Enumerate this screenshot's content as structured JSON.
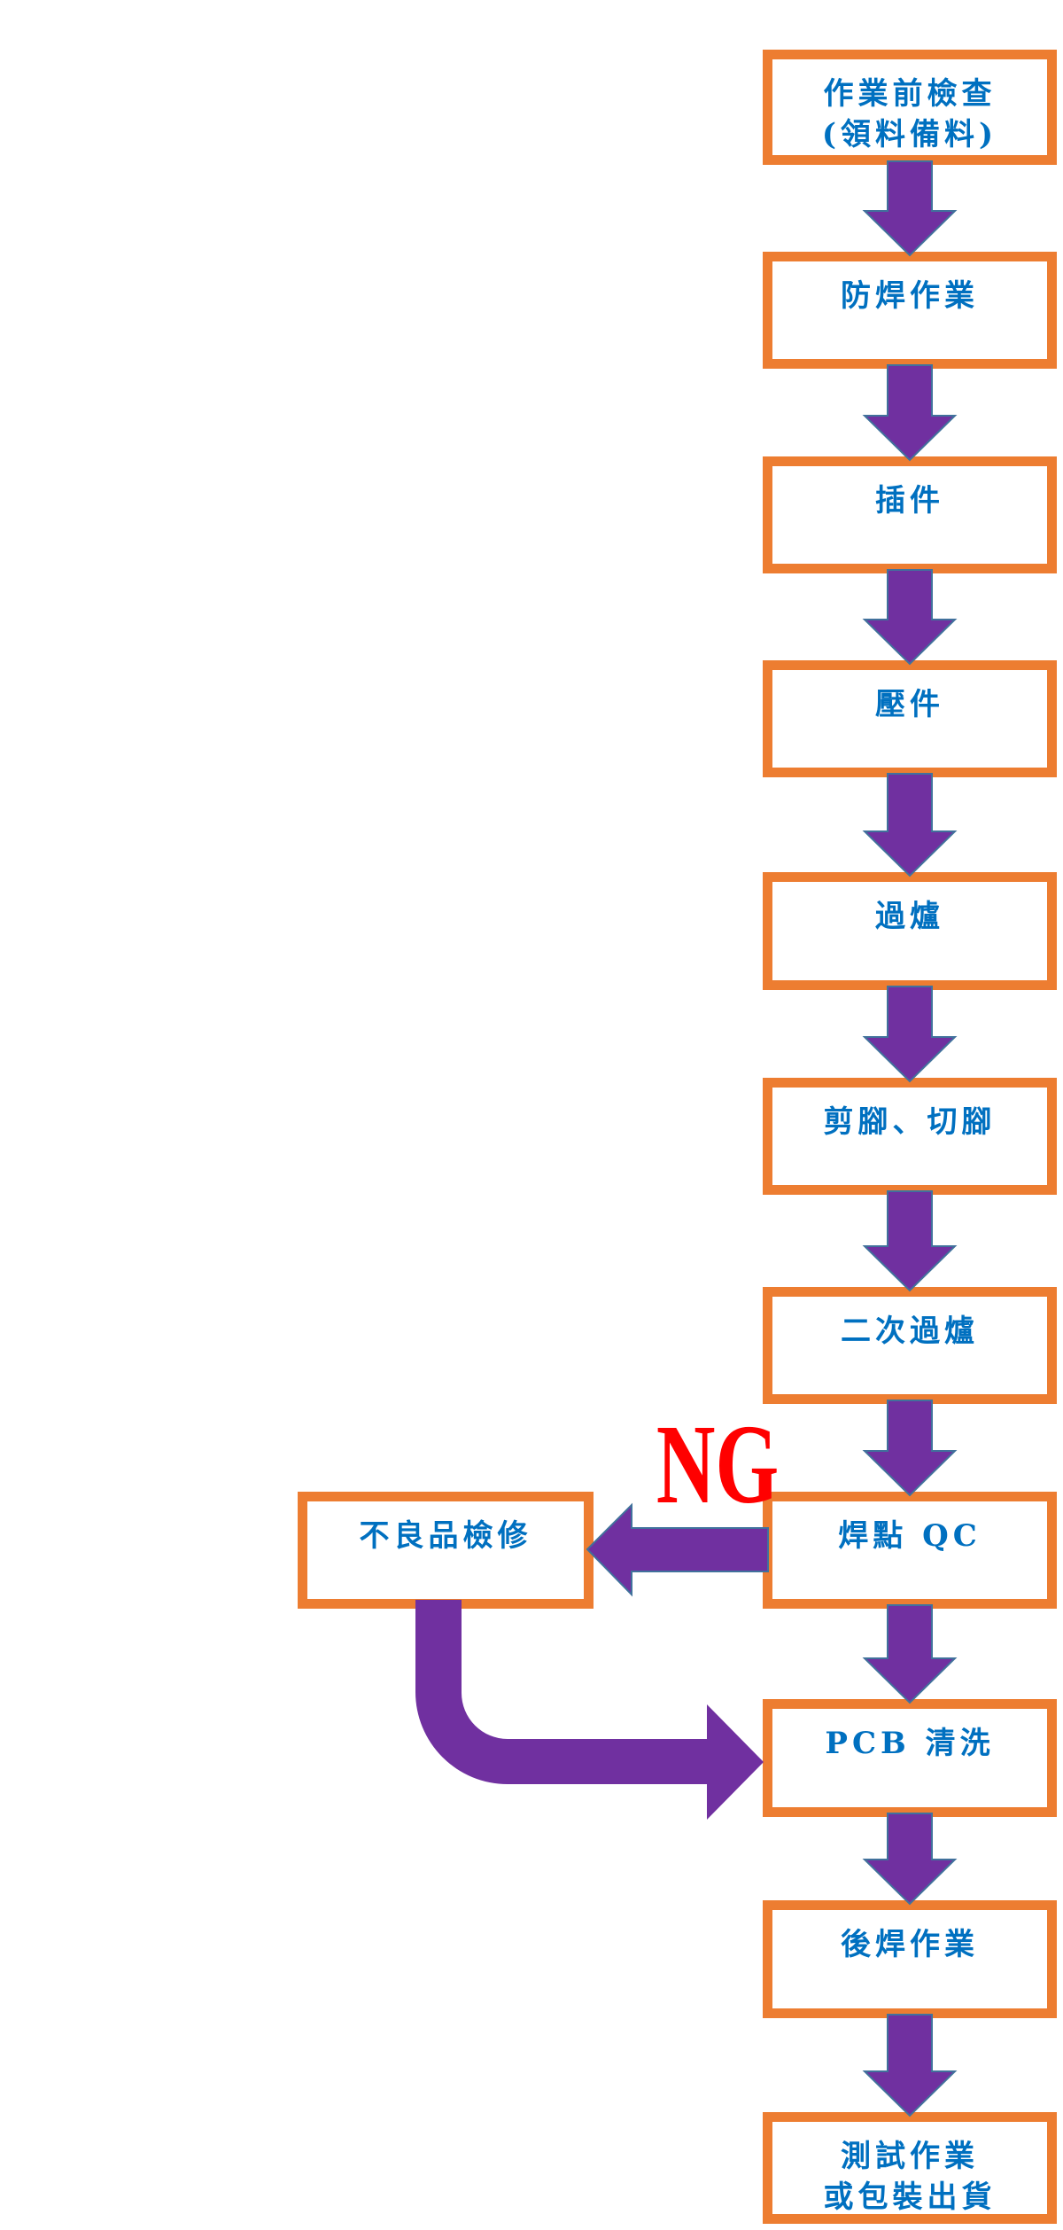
{
  "diagram": {
    "type": "process-flowchart",
    "colors": {
      "box_border": "#ED7D31",
      "box_text": "#0070C0",
      "arrow_fill": "#7030A0",
      "arrow_outline": "#41719C",
      "ng_label": "#FF0000"
    },
    "main_flow": [
      {
        "id": "pre-check",
        "lines": [
          "作業前檢查",
          "(領料備料)"
        ]
      },
      {
        "id": "solder-mask",
        "lines": [
          "防焊作業"
        ]
      },
      {
        "id": "insertion",
        "lines": [
          "插件"
        ]
      },
      {
        "id": "press-fit",
        "lines": [
          "壓件"
        ]
      },
      {
        "id": "reflow",
        "lines": [
          "過爐"
        ]
      },
      {
        "id": "lead-trim",
        "lines": [
          "剪腳、切腳"
        ]
      },
      {
        "id": "second-reflow",
        "lines": [
          "二次過爐"
        ]
      },
      {
        "id": "solder-qc",
        "lines": [
          "焊點 QC"
        ]
      },
      {
        "id": "pcb-clean",
        "lines": [
          "PCB 清洗"
        ]
      },
      {
        "id": "post-solder",
        "lines": [
          "後焊作業"
        ]
      },
      {
        "id": "test-pack",
        "lines": [
          "測試作業",
          "或包裝出貨"
        ]
      }
    ],
    "rework_box": {
      "id": "defect-repair",
      "lines": [
        "不良品檢修"
      ]
    },
    "ng_label": "NG",
    "edges": [
      {
        "from": "pre-check",
        "to": "solder-mask"
      },
      {
        "from": "solder-mask",
        "to": "insertion"
      },
      {
        "from": "insertion",
        "to": "press-fit"
      },
      {
        "from": "press-fit",
        "to": "reflow"
      },
      {
        "from": "reflow",
        "to": "lead-trim"
      },
      {
        "from": "lead-trim",
        "to": "second-reflow"
      },
      {
        "from": "second-reflow",
        "to": "solder-qc"
      },
      {
        "from": "solder-qc",
        "to": "pcb-clean"
      },
      {
        "from": "pcb-clean",
        "to": "post-solder"
      },
      {
        "from": "post-solder",
        "to": "test-pack"
      },
      {
        "from": "solder-qc",
        "to": "defect-repair",
        "label": "NG"
      },
      {
        "from": "defect-repair",
        "to": "pcb-clean"
      }
    ]
  }
}
